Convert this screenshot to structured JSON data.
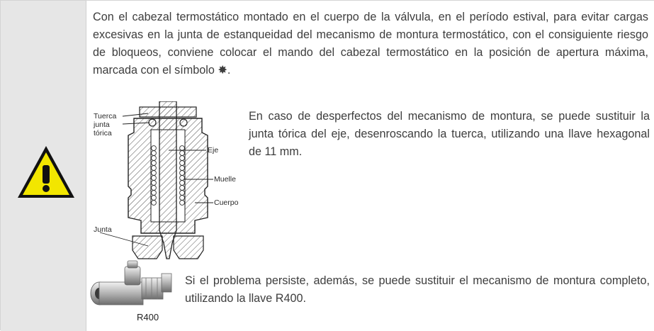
{
  "paragraphs": {
    "p1": "Con el cabezal termostático montado en el cuerpo de la válvula, en el período estival, para evitar cargas excesivas en la junta de estanqueidad del mecanismo de montura termostático, con el consiguiente riesgo de bloqueos, conviene colocar el mando del cabezal termostático en la posición de apertura máxima, marcada con el símbolo ✸.",
    "p2": "En caso de desperfectos del mecanismo de montura, se puede sustituir la junta tórica del eje, desenroscando la tuerca, utilizando una llave hexagonal de 11 mm.",
    "p3": "Si el problema persiste, además, se puede sustituir el mecanismo de montura completo, utilizando la llave R400."
  },
  "diagram_labels": {
    "tuerca": "Tuerca",
    "junta_torica_1": "junta",
    "junta_torica_2": "tórica",
    "eje": "Eje",
    "muelle": "Muelle",
    "cuerpo": "Cuerpo",
    "junta": "Junta"
  },
  "photo_label": "R400",
  "colors": {
    "sidebar": "#e6e6e6",
    "warning_yellow": "#f2e600",
    "text": "#3d3d3d"
  },
  "icons": {
    "warning": "warning-triangle-icon",
    "sun_symbol": "sun-symbol-icon"
  }
}
